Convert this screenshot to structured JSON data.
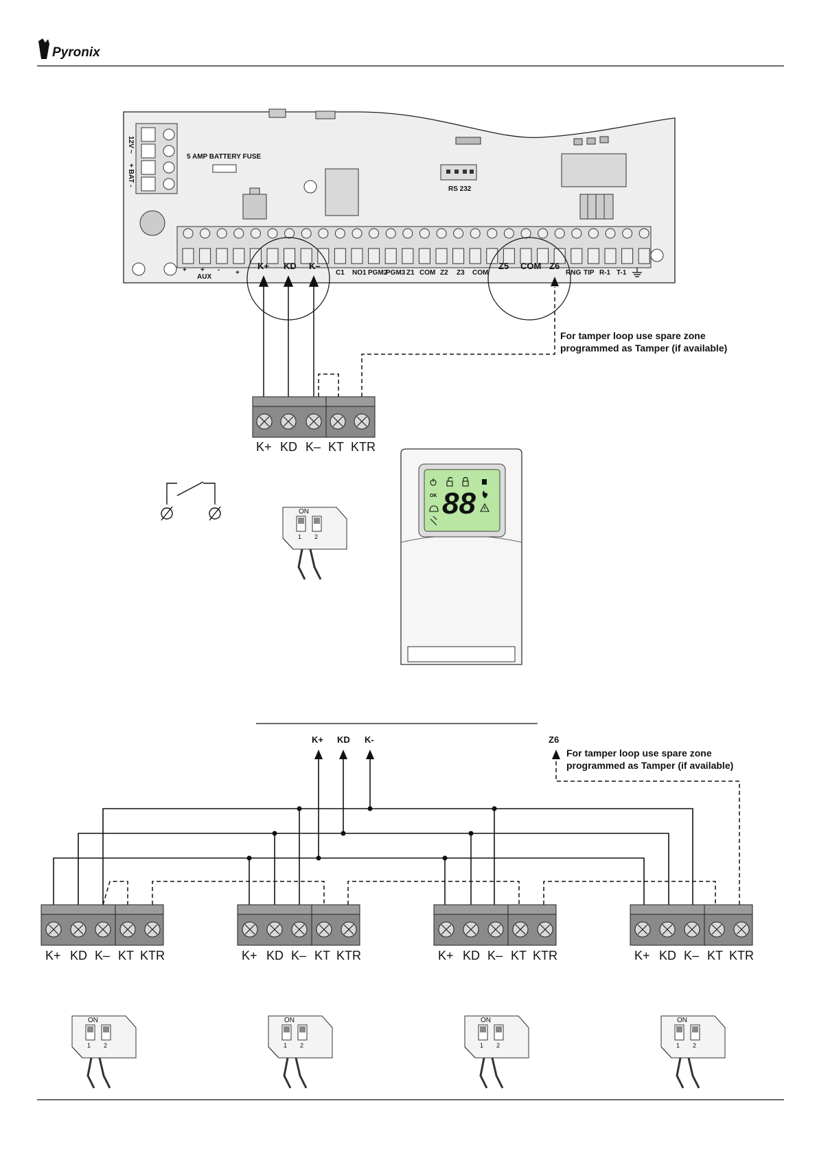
{
  "header": {
    "logo_text": "Pyronix"
  },
  "panel": {
    "left_terminal_labels": [
      "12V",
      "~",
      "+ BAT -"
    ],
    "fuse_label": "5 AMP BATTERY FUSE",
    "rs232_label": "RS 232",
    "aux_labels": [
      "+",
      "+",
      "-",
      "AUX"
    ],
    "terminal_labels": [
      "+",
      "K+",
      "KD",
      "K–",
      "C1",
      "NO1",
      "PGM2",
      "PGM3",
      "Z1",
      "COM",
      "Z2",
      "Z3",
      "COM",
      "Z5",
      "COM",
      "Z6",
      "RNG",
      "TIP",
      "R-1",
      "T-1"
    ],
    "earth_symbol": "earth-ground"
  },
  "top_diagram": {
    "tamper_note_line1": "For tamper loop use spare zone",
    "tamper_note_line2": "programmed as Tamper (if available)",
    "keypad_terminal_labels": [
      "K+",
      "KD",
      "K–",
      "KT",
      "KTR"
    ],
    "dip_on_label": "ON",
    "dip_switch_numbers": [
      "1",
      "2"
    ],
    "display_digits": "88",
    "display_ok": "OK"
  },
  "bottom_diagram": {
    "bus_labels": [
      "K+",
      "KD",
      "K-"
    ],
    "zone_label": "Z6",
    "tamper_note_line1": "For tamper loop use spare zone",
    "tamper_note_line2": "programmed as Tamper (if available)",
    "keypad_terminal_labels": [
      "K+",
      "KD",
      "K–",
      "KT",
      "KTR"
    ],
    "dip_on_label": "ON",
    "dip_switch_numbers": [
      "1",
      "2"
    ]
  },
  "colors": {
    "panel_fill": "#eeeeee",
    "lcd_green": "#b9e6a2",
    "line": "#111111"
  }
}
